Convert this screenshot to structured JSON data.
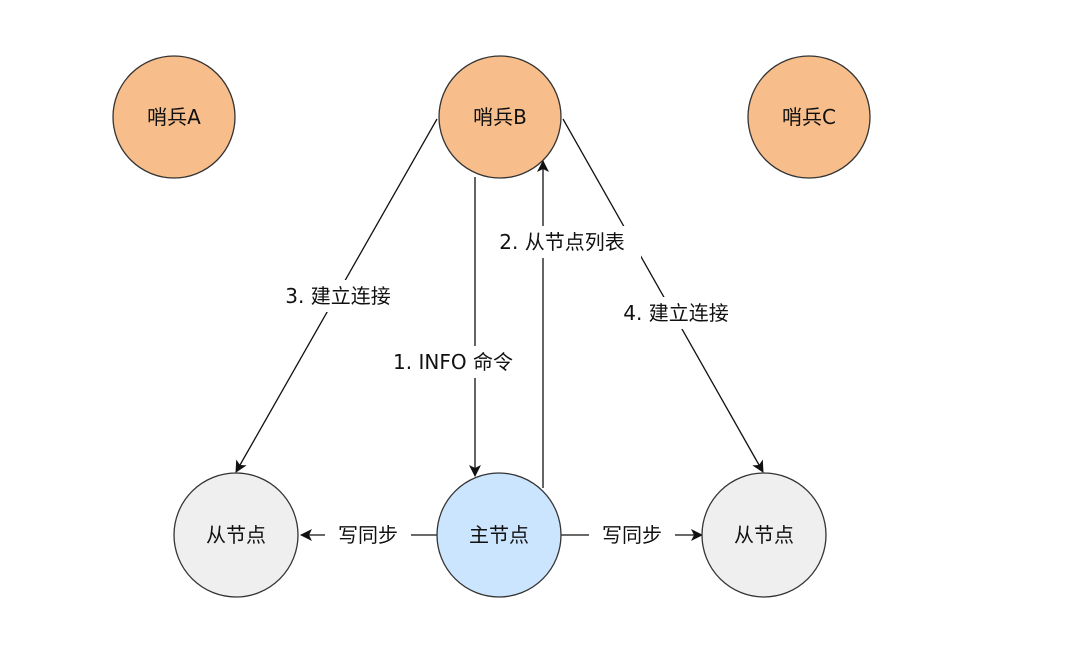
{
  "colors": {
    "sentinel_fill": "#F7BE8C",
    "master_fill": "#CCE5FF",
    "replica_fill": "#EFEFEF",
    "stroke": "#333333",
    "edge": "#111111",
    "label_bg": "#ffffff"
  },
  "nodes": {
    "sentinel_a": {
      "label": "哨兵A"
    },
    "sentinel_b": {
      "label": "哨兵B"
    },
    "sentinel_c": {
      "label": "哨兵C"
    },
    "replica_left": {
      "label": "从节点"
    },
    "master": {
      "label": "主节点"
    },
    "replica_right": {
      "label": "从节点"
    }
  },
  "edges": {
    "info_command": {
      "label": "1. INFO 命令"
    },
    "replica_list": {
      "label": "2. 从节点列表"
    },
    "connect_left": {
      "label": "3. 建立连接"
    },
    "connect_right": {
      "label": "4. 建立连接"
    },
    "sync_left": {
      "label": "写同步"
    },
    "sync_right": {
      "label": "写同步"
    }
  }
}
